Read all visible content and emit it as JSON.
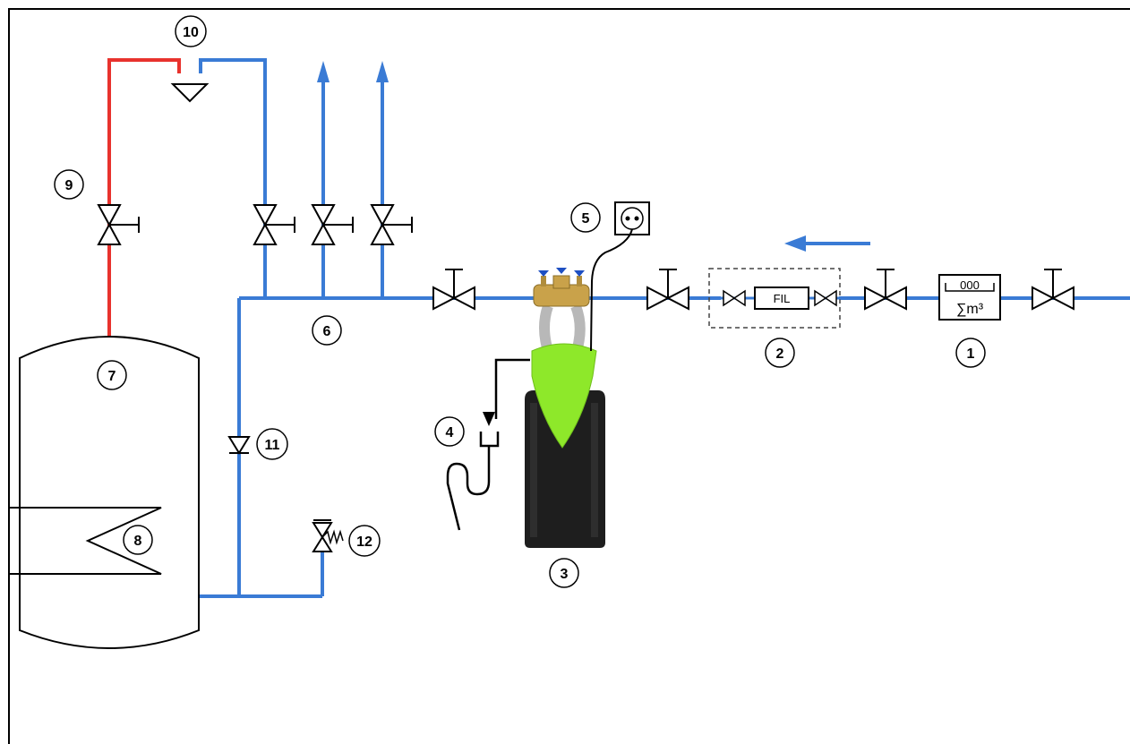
{
  "callouts": {
    "n1": "1",
    "n2": "2",
    "n3": "3",
    "n4": "4",
    "n5": "5",
    "n6": "6",
    "n7": "7",
    "n8": "8",
    "n9": "9",
    "n10": "10",
    "n11": "11",
    "n12": "12"
  },
  "filter_label": "FIL",
  "meter": {
    "digits": "000",
    "unit": "∑m³"
  },
  "colors": {
    "cold_pipe": "#3a7bd5",
    "hot_pipe": "#e8322d",
    "softener_head": "#8ee82a",
    "softener_body": "#1e1e1e",
    "flow_arrow": "#3a7bd5"
  }
}
